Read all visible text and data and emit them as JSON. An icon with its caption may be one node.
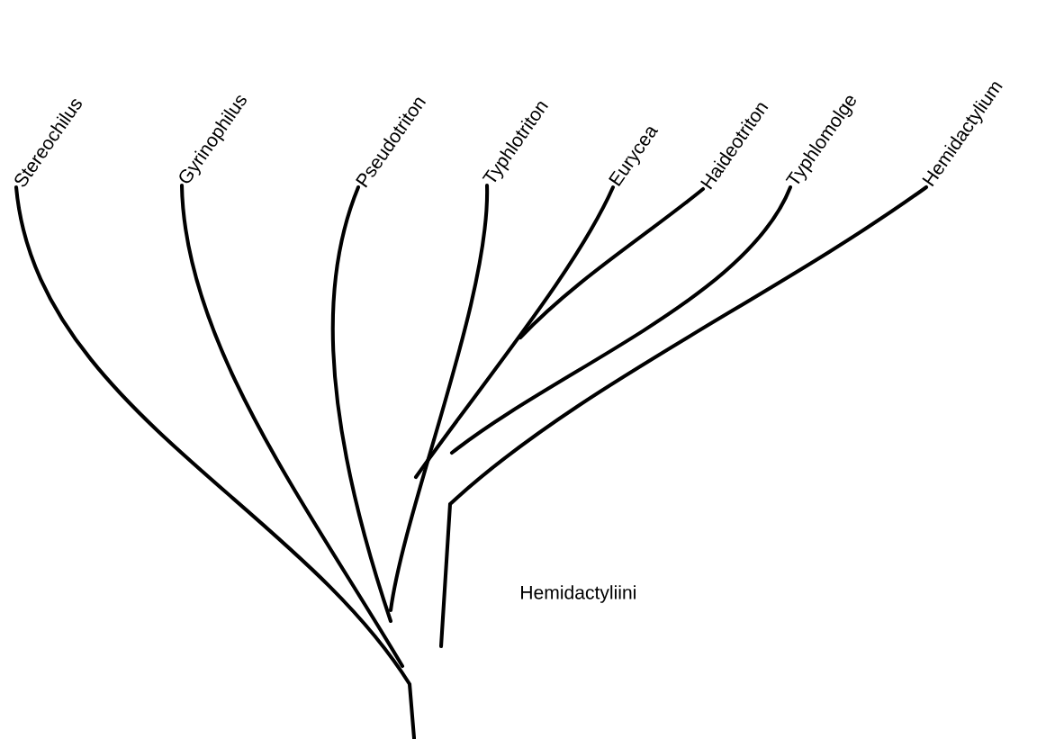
{
  "diagram": {
    "nodes": [
      {
        "text": [
          "Stereochilus"
        ]
      },
      {
        "text": [
          "Gyrinophilus"
        ]
      },
      {
        "text": [
          "Pseudotriton"
        ]
      },
      {
        "text": [
          "Typhlotriton"
        ]
      },
      {
        "text": [
          "Eurycea"
        ]
      },
      {
        "text": [
          "Haideotriton"
        ]
      },
      {
        "text": [
          "Typhlomolge"
        ]
      },
      {
        "text": [
          "Hemidactylium"
        ]
      }
    ],
    "edges": [
      {
        "from": null,
        "to": 0,
        "arrow": "none"
      },
      {
        "from": null,
        "to": 1,
        "arrow": "none"
      },
      {
        "from": null,
        "to": 2,
        "arrow": "none"
      },
      {
        "from": null,
        "to": 3,
        "arrow": "none"
      },
      {
        "from": null,
        "to": 4,
        "arrow": "none"
      },
      {
        "from": null,
        "to": 5,
        "arrow": "none"
      },
      {
        "from": null,
        "to": 6,
        "arrow": "none"
      },
      {
        "from": null,
        "to": 7,
        "arrow": "none"
      }
    ],
    "labels": [
      "Hemidactyliini"
    ]
  }
}
